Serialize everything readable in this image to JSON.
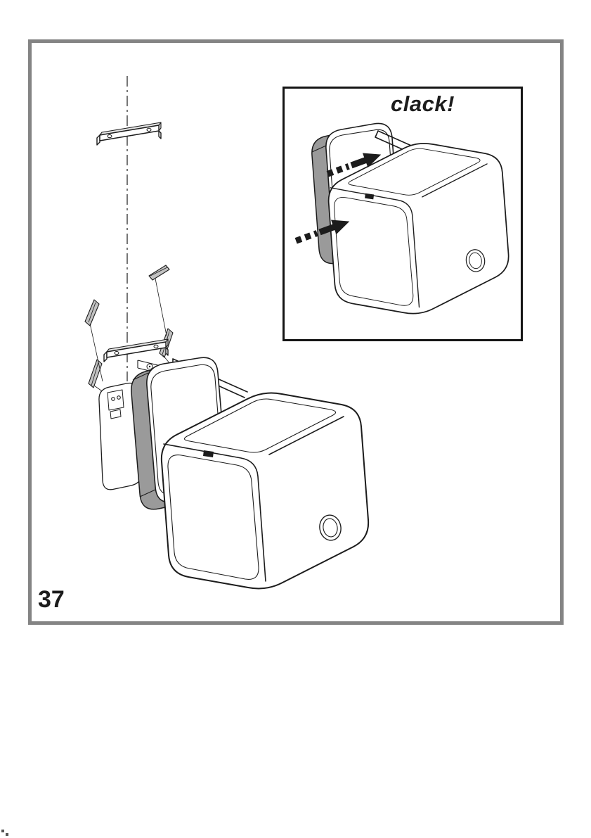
{
  "document": {
    "figure_number": "37",
    "callout_label": "clack!"
  },
  "colors": {
    "page-background": "#ffffff",
    "frame-border": "#848484",
    "inset-border": "#151515",
    "line": "#1c1c1c",
    "plate-shadow": "#9a9a9a",
    "metal-light": "#e2e2e2",
    "wedge-fill": "#c2c2c2"
  },
  "icons": {
    "push_arrow": "solid-right-arrow-with-motion-dashes",
    "centerline": "dash-dot-alignment-line"
  }
}
